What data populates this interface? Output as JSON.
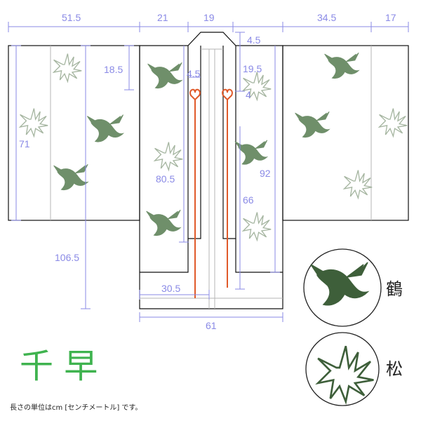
{
  "diagram": {
    "measurements": {
      "sleeve_width": "51.5",
      "shoulder_panel": "21",
      "neck": "19",
      "right_body": "34.5",
      "right_edge": "17",
      "collar_drop": "4.5",
      "sleeve_drop": "18.5",
      "collar_offset_left": "4.5",
      "collar_offset_right": "19.5",
      "tie_offset": "4",
      "sleeve_length": "71",
      "body_front": "80.5",
      "body_right": "92",
      "lower_front": "66",
      "total_length": "106.5",
      "half_width": "30.5",
      "hem_width": "61"
    },
    "crests": [
      {
        "name": "crane",
        "label": "鶴"
      },
      {
        "name": "pine",
        "label": "松"
      }
    ],
    "title": "千 早",
    "note": "長さの単位はcm [センチメートル] です。"
  },
  "colors": {
    "dimension": "#8a8ae6",
    "outline": "#111111",
    "cord": "#e05a2a",
    "title": "#3fb34f",
    "pattern": "#6f8f6a"
  }
}
